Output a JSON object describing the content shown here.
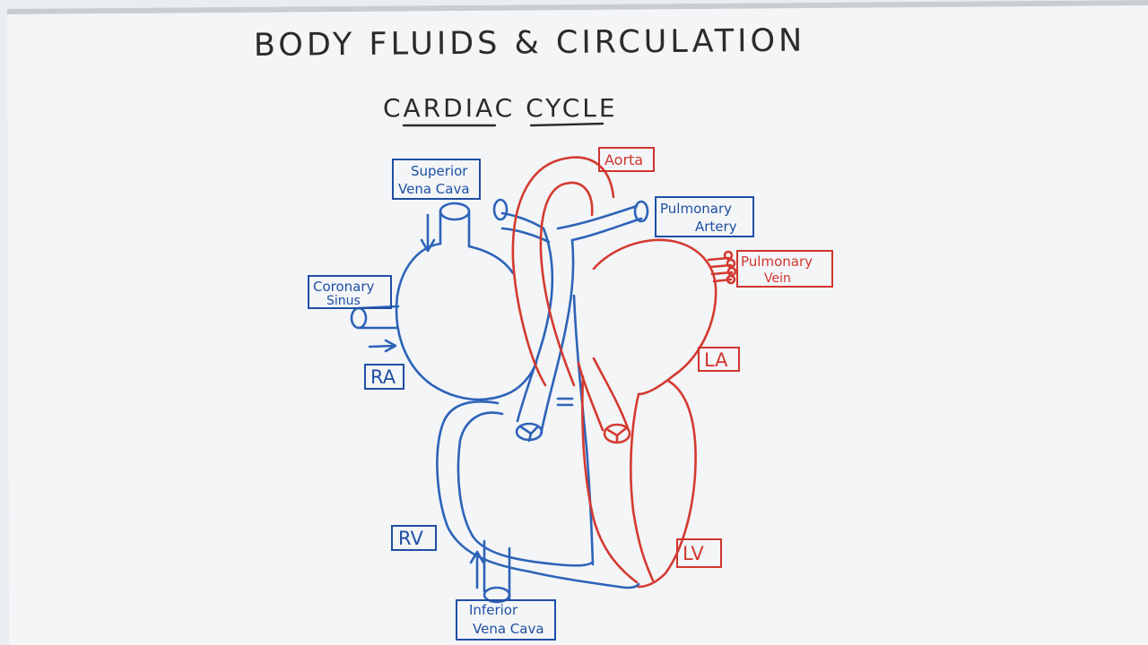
{
  "title": "BODY FLUIDS & CIRCULATION",
  "subtitle": "CARDIAC CYCLE",
  "labels": {
    "superior_vena_cava_1": "Superior",
    "superior_vena_cava_2": "Vena Cava",
    "coronary_sinus_1": "Coronary",
    "coronary_sinus_2": "Sinus",
    "ra": "RA",
    "rv": "RV",
    "inferior_vena_cava_1": "Inferior",
    "inferior_vena_cava_2": "Vena Cava",
    "aorta": "Aorta",
    "pulmonary_artery_1": "Pulmonary",
    "pulmonary_artery_2": "Artery",
    "pulmonary_vein_1": "Pulmonary",
    "pulmonary_vein_2": "Vein",
    "la": "LA",
    "lv": "LV"
  },
  "colors": {
    "deoxygenated_blue": "#2d63b8",
    "oxygenated_red": "#d43a30",
    "paper": "#f4f6f7",
    "ink": "#2b2a2c"
  }
}
